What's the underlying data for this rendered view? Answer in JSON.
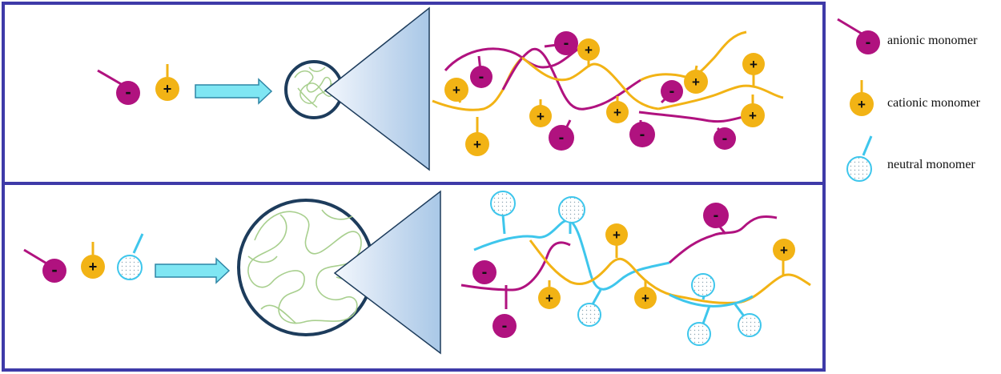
{
  "colors": {
    "frame": "#3e3aa8",
    "anionic": "#b0127f",
    "cationic": "#f2b315",
    "neutral": "#3ec6ec",
    "coil": "#a8cf8e",
    "circle_border": "#1d3c5c",
    "arrow_fill": "#7fe6f3",
    "cone_light": "#f3f7fd",
    "cone_dark": "#a9c8e7"
  },
  "symbols": {
    "anionic": "-",
    "cationic": "+"
  },
  "legend": [
    {
      "kind": "anionic",
      "label": "anionic monomer",
      "icon": "anionic-monomer-icon"
    },
    {
      "kind": "cationic",
      "label": "cationic monomer",
      "icon": "cationic-monomer-icon"
    },
    {
      "kind": "neutral",
      "label": "neutral monomer",
      "icon": "neutral-monomer-icon"
    }
  ],
  "rows": [
    {
      "name": "polyampholyte",
      "monomers": [
        "anionic",
        "cationic"
      ]
    },
    {
      "name": "polyampholyte-with-neutral",
      "monomers": [
        "anionic",
        "cationic",
        "neutral"
      ]
    }
  ]
}
